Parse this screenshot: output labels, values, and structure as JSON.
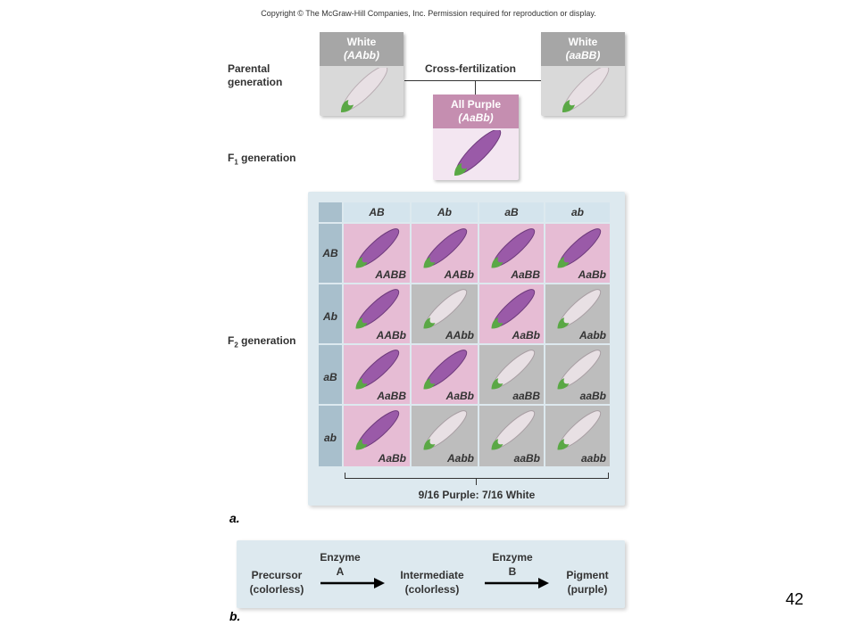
{
  "copyright": "Copyright © The McGraw-Hill Companies, Inc. Permission required for reproduction or display.",
  "parental": {
    "label_line1": "Parental",
    "label_line2": "generation",
    "left": {
      "line1": "White",
      "line2": "(AAbb)"
    },
    "right": {
      "line1": "White",
      "line2": "(aaBB)"
    },
    "cross_label": "Cross-fertilization"
  },
  "f1": {
    "label_prefix": "F",
    "label_sub": "1",
    "label_suffix": " generation",
    "card": {
      "line1": "All Purple",
      "line2": "(AaBb)"
    }
  },
  "f2": {
    "label_prefix": "F",
    "label_sub": "2",
    "label_suffix": " generation",
    "col_headers": [
      "AB",
      "Ab",
      "aB",
      "ab"
    ],
    "row_headers": [
      "AB",
      "Ab",
      "aB",
      "ab"
    ],
    "cells": [
      [
        {
          "g": "AABB",
          "c": "purple"
        },
        {
          "g": "AABb",
          "c": "purple"
        },
        {
          "g": "AaBB",
          "c": "purple"
        },
        {
          "g": "AaBb",
          "c": "purple"
        }
      ],
      [
        {
          "g": "AABb",
          "c": "purple"
        },
        {
          "g": "AAbb",
          "c": "white"
        },
        {
          "g": "AaBb",
          "c": "purple"
        },
        {
          "g": "Aabb",
          "c": "white"
        }
      ],
      [
        {
          "g": "AaBB",
          "c": "purple"
        },
        {
          "g": "AaBb",
          "c": "purple"
        },
        {
          "g": "aaBB",
          "c": "white"
        },
        {
          "g": "aaBb",
          "c": "white"
        }
      ],
      [
        {
          "g": "AaBb",
          "c": "purple"
        },
        {
          "g": "Aabb",
          "c": "white"
        },
        {
          "g": "aaBb",
          "c": "white"
        },
        {
          "g": "aabb",
          "c": "white"
        }
      ]
    ],
    "ratio": "9/16 Purple: 7/16 White"
  },
  "panel_a": "a.",
  "panel_b": "b.",
  "pathway": {
    "precursor_line1": "Precursor",
    "precursor_line2": "(colorless)",
    "enzyme_a_line1": "Enzyme",
    "enzyme_a_line2": "A",
    "intermediate_line1": "Intermediate",
    "intermediate_line2": "(colorless)",
    "enzyme_b_line1": "Enzyme",
    "enzyme_b_line2": "B",
    "pigment_line1": "Pigment",
    "pigment_line2": "(purple)"
  },
  "page_number": "42",
  "colors": {
    "purple_corn": "#9a5aa8",
    "white_corn": "#e8e0e4",
    "purple_cell": "#e6bcd4",
    "white_cell": "#bdbdbd",
    "husk": "#5aa845"
  }
}
